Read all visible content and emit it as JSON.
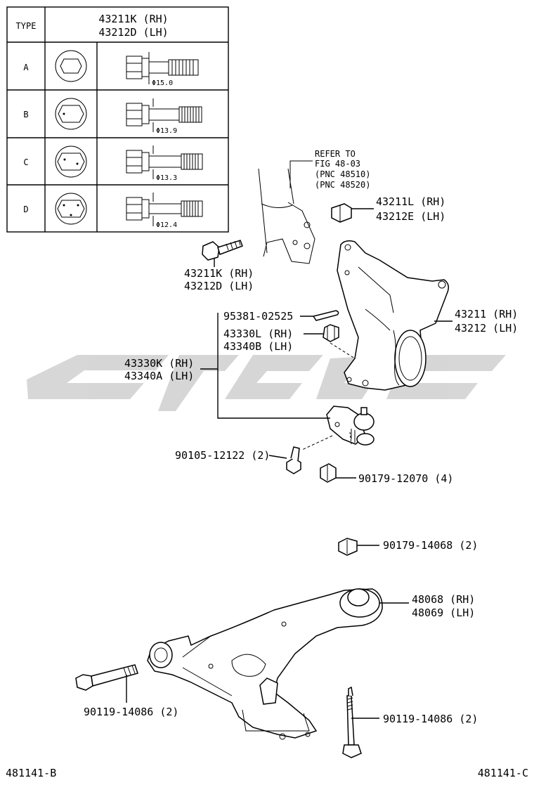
{
  "table": {
    "header_type": "TYPE",
    "header_part_rh": "43211K (RH)",
    "header_part_lh": "43212D (LH)",
    "rows": [
      {
        "type": "A",
        "diameter": "Φ15.0"
      },
      {
        "type": "B",
        "diameter": "Φ13.9"
      },
      {
        "type": "C",
        "diameter": "Φ13.3"
      },
      {
        "type": "D",
        "diameter": "Φ12.4"
      }
    ]
  },
  "refer": {
    "line1": "REFER TO",
    "line2": "FIG 48-03",
    "line3": "(PNC 48510)",
    "line4": "(PNC 48520)"
  },
  "callouts": {
    "nut_rh": "43211L (RH)",
    "nut_lh": "43212E (LH)",
    "bolt_rh": "43211K (RH)",
    "bolt_lh": "43212D (LH)",
    "knuckle_rh": "43211 (RH)",
    "knuckle_lh": "43212 (LH)",
    "cotter_pin": "95381-02525",
    "castle_nut_rh": "43330L (RH)",
    "castle_nut_lh": "43340B (LH)",
    "ball_joint_rh": "43330K (RH)",
    "ball_joint_lh": "43340A (LH)",
    "bolt_90105": "90105-12122 (2)",
    "nut_90179_12070": "90179-12070 (4)",
    "nut_90179_14068": "90179-14068 (2)",
    "arm_rh": "48068 (RH)",
    "arm_lh": "48069 (LH)",
    "bolt_left": "90119-14086 (2)",
    "bolt_right": "90119-14086 (2)"
  },
  "footer": {
    "left_ref": "481141-B",
    "right_ref": "481141-C"
  }
}
